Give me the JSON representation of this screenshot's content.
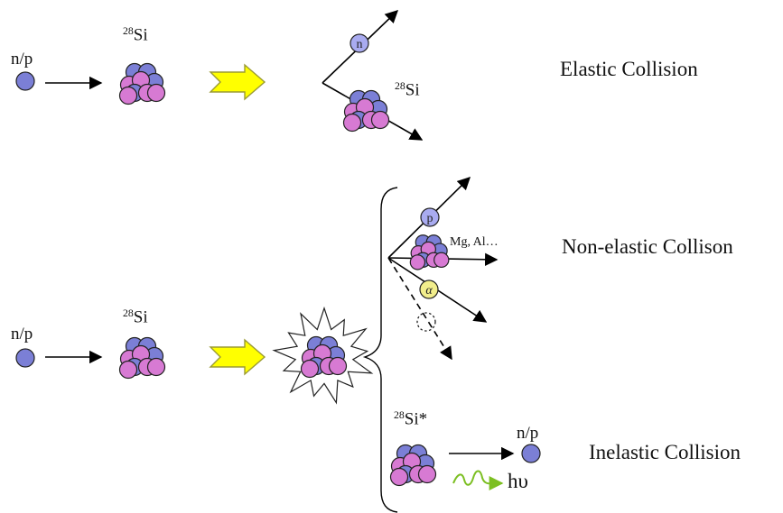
{
  "labels": {
    "elastic": "Elastic Collision",
    "non_elastic": "Non-elastic Collison",
    "inelastic": "Inelastic Collision"
  },
  "particles": {
    "incident": "n/p",
    "target_mass": "28",
    "target_symbol": "Si",
    "scattered_n": "n",
    "scattered_p": "p",
    "alpha": "α",
    "fragments": "Mg, Al…",
    "excited_mass": "28",
    "excited_symbol": "Si*",
    "emitted": "n/p",
    "photon": "hυ"
  },
  "colors": {
    "neutron": "#7b7fd6",
    "proton": "#d77ad3",
    "alpha": "#f2ee8c",
    "light_n": "#a9abf0",
    "arrow_fill": "#ffff00",
    "arrow_stroke": "#9a9a33",
    "photon": "#7cbf22"
  },
  "icons": [
    "right-arrow-icon",
    "wavy-photon-icon",
    "nucleus-icon",
    "explosion-burst-icon",
    "bracket-icon"
  ]
}
